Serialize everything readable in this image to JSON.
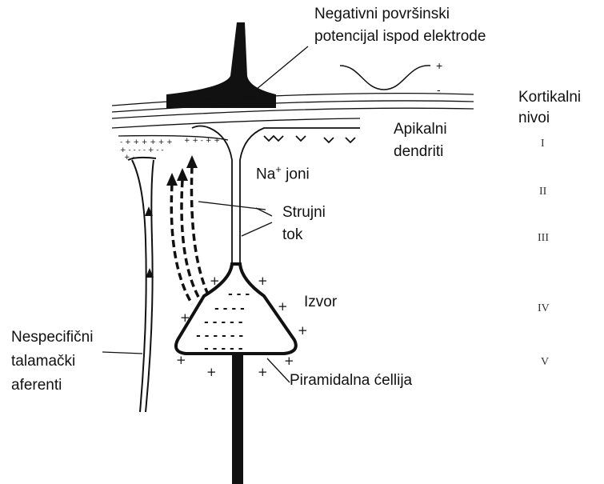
{
  "labels": {
    "electrode_line1": "Negativni površinski",
    "electrode_line2": "potencijal ispod elektrode",
    "cortical_line1": "Kortikalni",
    "cortical_line2": "nivoi",
    "apical_line1": "Apikalni",
    "apical_line2": "dendriti",
    "na": "Na",
    "na_sup": "+",
    "na_rest": " joni",
    "current_line1": "Strujni",
    "current_line2": "tok",
    "source": "Izvor",
    "afferent_line1": "Nespecifični",
    "afferent_line2": "talamački",
    "afferent_line3": "aferenti",
    "pyramidal": "Piramidalna ćellija"
  },
  "waveform_signs": {
    "plus": "+",
    "minus": "-"
  },
  "levels": [
    "I",
    "II",
    "III",
    "IV",
    "V"
  ],
  "colors": {
    "ink": "#111111",
    "background": "#ffffff"
  }
}
